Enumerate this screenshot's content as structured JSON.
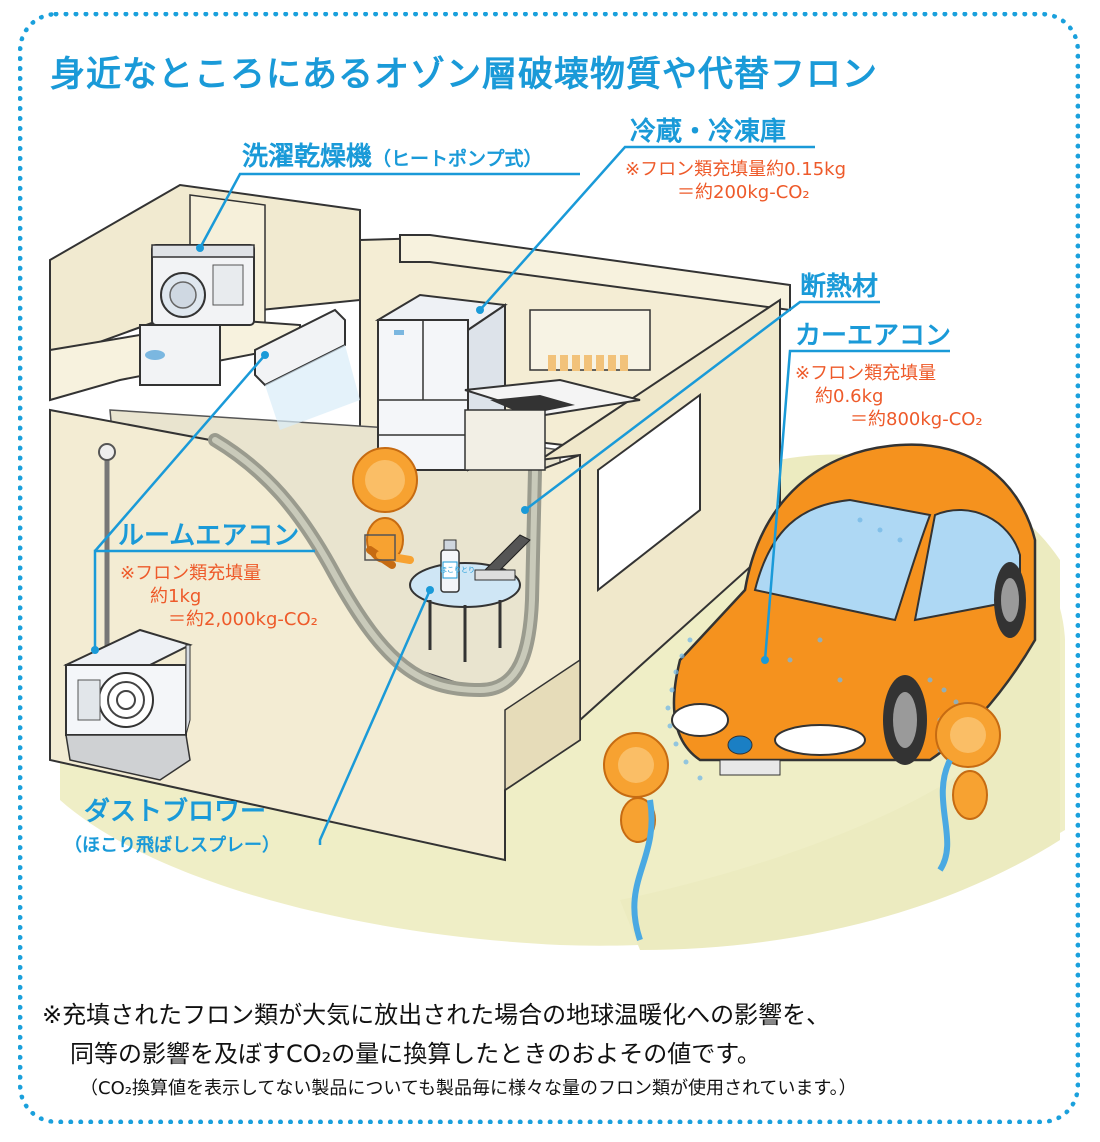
{
  "title": "身近なところにあるオゾン層破壊物質や代替フロン",
  "labels": {
    "washer": {
      "name": "洗濯乾燥機",
      "sub": "（ヒートポンプ式）"
    },
    "fridge": {
      "name": "冷蔵・冷凍庫",
      "note1": "※フロン類充填量約0.15kg",
      "note2": "＝約200kg-CO₂"
    },
    "insulation": {
      "name": "断熱材"
    },
    "car_ac": {
      "name": "カーエアコン",
      "note1": "※フロン類充填量",
      "note2": "約0.6kg",
      "note3": "＝約800kg-CO₂"
    },
    "room_ac": {
      "name": "ルームエアコン",
      "note1": "※フロン類充填量",
      "note2": "約1kg",
      "note3": "＝約2,000kg-CO₂"
    },
    "duster": {
      "name": "ダストブロワー",
      "sub": "（ほこり飛ばしスプレー）"
    },
    "can_text": "ほこりとり"
  },
  "footer": {
    "line1": "※充填されたフロン類が大気に放出された場合の地球温暖化への影響を、",
    "line2": "同等の影響を及ぼすCO₂の量に換算したときのおよその値です。",
    "line3": "（CO₂換算値を表示してない製品についても製品毎に様々な量のフロン類が使用されています。）"
  },
  "colors": {
    "border": "#1aa0dc",
    "label_blue": "#1a9ad8",
    "note_orange": "#ee5a2a",
    "wall": "#f3ecd3",
    "ground": "#efeec6",
    "car": "#f5921e",
    "mascot": "#f7a231"
  },
  "icons": [
    "washer-dryer-icon",
    "refrigerator-icon",
    "air-conditioner-icon",
    "outdoor-unit-icon",
    "car-icon",
    "mascot-icon",
    "spray-can-icon"
  ]
}
